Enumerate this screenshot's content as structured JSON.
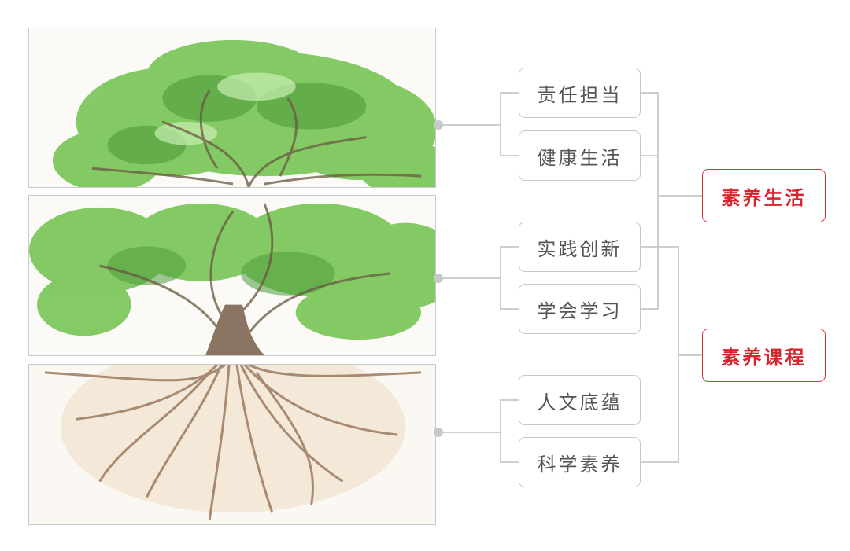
{
  "diagram": {
    "nodes": [
      {
        "id": "n1",
        "label": "责任担当"
      },
      {
        "id": "n2",
        "label": "健康生活"
      },
      {
        "id": "n3",
        "label": "实践创新"
      },
      {
        "id": "n4",
        "label": "学会学习"
      },
      {
        "id": "n5",
        "label": "人文底蕴"
      },
      {
        "id": "n6",
        "label": "科学素养"
      }
    ],
    "categories": [
      {
        "id": "c1",
        "label": "素养生活"
      },
      {
        "id": "c2",
        "label": "素养课程"
      }
    ],
    "colors": {
      "accent": "#e0303a",
      "line": "#c8c8c8",
      "node_text": "#555555",
      "foliage": "#6cbf4a",
      "roots": "#9b7a5e"
    }
  }
}
